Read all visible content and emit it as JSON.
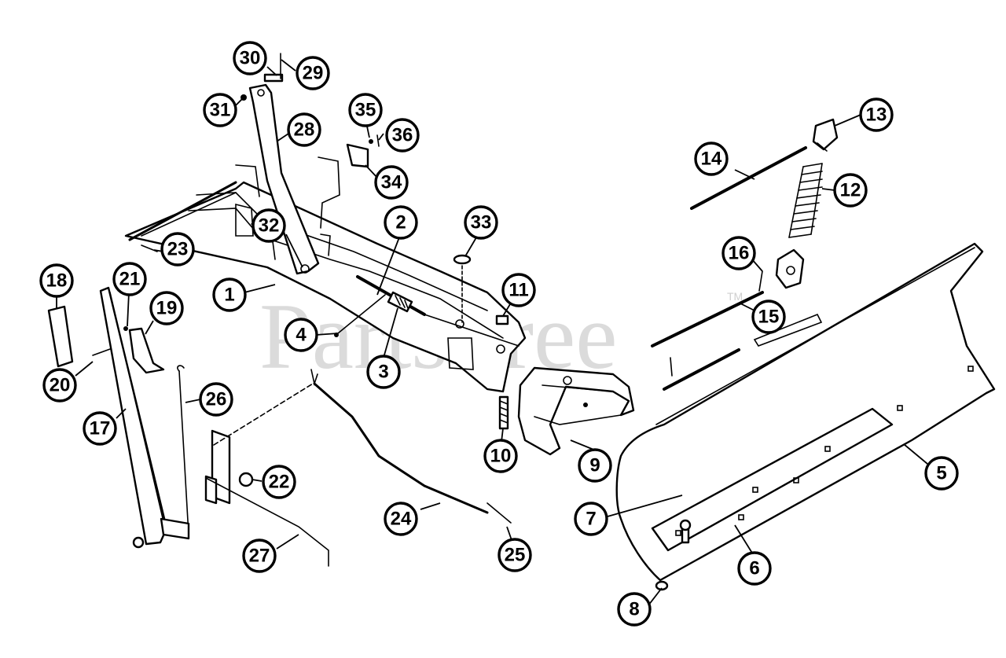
{
  "watermark": {
    "text": "PartsTree",
    "tm": "TM"
  },
  "callouts": [
    {
      "label": "1"
    },
    {
      "label": "2"
    },
    {
      "label": "3"
    },
    {
      "label": "4"
    },
    {
      "label": "5"
    },
    {
      "label": "6"
    },
    {
      "label": "7"
    },
    {
      "label": "8"
    },
    {
      "label": "9"
    },
    {
      "label": "10"
    },
    {
      "label": "11"
    },
    {
      "label": "12"
    },
    {
      "label": "13"
    },
    {
      "label": "14"
    },
    {
      "label": "15"
    },
    {
      "label": "16"
    },
    {
      "label": "17"
    },
    {
      "label": "18"
    },
    {
      "label": "19"
    },
    {
      "label": "20"
    },
    {
      "label": "21"
    },
    {
      "label": "22"
    },
    {
      "label": "23"
    },
    {
      "label": "24"
    },
    {
      "label": "25"
    },
    {
      "label": "26"
    },
    {
      "label": "27"
    },
    {
      "label": "28"
    },
    {
      "label": "29"
    },
    {
      "label": "30"
    },
    {
      "label": "31"
    },
    {
      "label": "32"
    },
    {
      "label": "33"
    },
    {
      "label": "34"
    },
    {
      "label": "35"
    },
    {
      "label": "36"
    }
  ]
}
